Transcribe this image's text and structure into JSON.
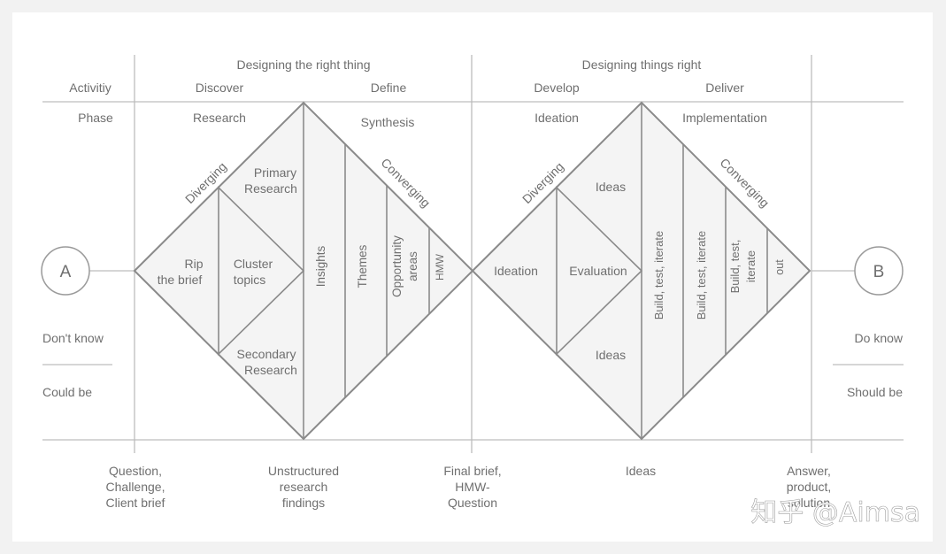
{
  "header": {
    "left_title": "Designing the right thing",
    "right_title": "Designing things right",
    "row_activity": "Activitiy",
    "row_phase": "Phase",
    "activity": [
      "Discover",
      "Define",
      "Develop",
      "Deliver"
    ],
    "phase": [
      "Research",
      "Synthesis",
      "Ideation",
      "Implementation"
    ]
  },
  "start_node": "A",
  "end_node": "B",
  "left_states": {
    "top": "Don't know",
    "bottom": "Could be"
  },
  "right_states": {
    "top": "Do know",
    "bottom": "Should be"
  },
  "diamond1": {
    "diverging": "Diverging",
    "converging": "Converging",
    "rip_brief": [
      "Rip",
      "the brief"
    ],
    "cluster_topics": [
      "Cluster",
      "topics"
    ],
    "primary_research": [
      "Primary",
      "Research"
    ],
    "secondary_research": [
      "Secondary",
      "Research"
    ],
    "insights": "Insights",
    "themes": "Themes",
    "opportunity_areas": [
      "Opportunity",
      "areas"
    ],
    "hmw": "HMW"
  },
  "diamond2": {
    "diverging": "Diverging",
    "converging": "Converging",
    "ideation": "Ideation",
    "evaluation": "Evaluation",
    "ideas_top": "Ideas",
    "ideas_bottom": "Ideas",
    "build1": "Build, test, iterate",
    "build2": "Build, test, iterate",
    "build3": [
      "Build, test,",
      "iterate"
    ],
    "out": "out"
  },
  "bottom_labels": {
    "question": [
      "Question,",
      "Challenge,",
      "Client brief"
    ],
    "unstructured": [
      "Unstructured",
      "research",
      "findings"
    ],
    "final_brief": [
      "Final brief,",
      "HMW-",
      "Question"
    ],
    "ideas": "Ideas",
    "answer": [
      "Answer,",
      "product,",
      "solution"
    ]
  },
  "watermark": "知乎 @Aimsa"
}
